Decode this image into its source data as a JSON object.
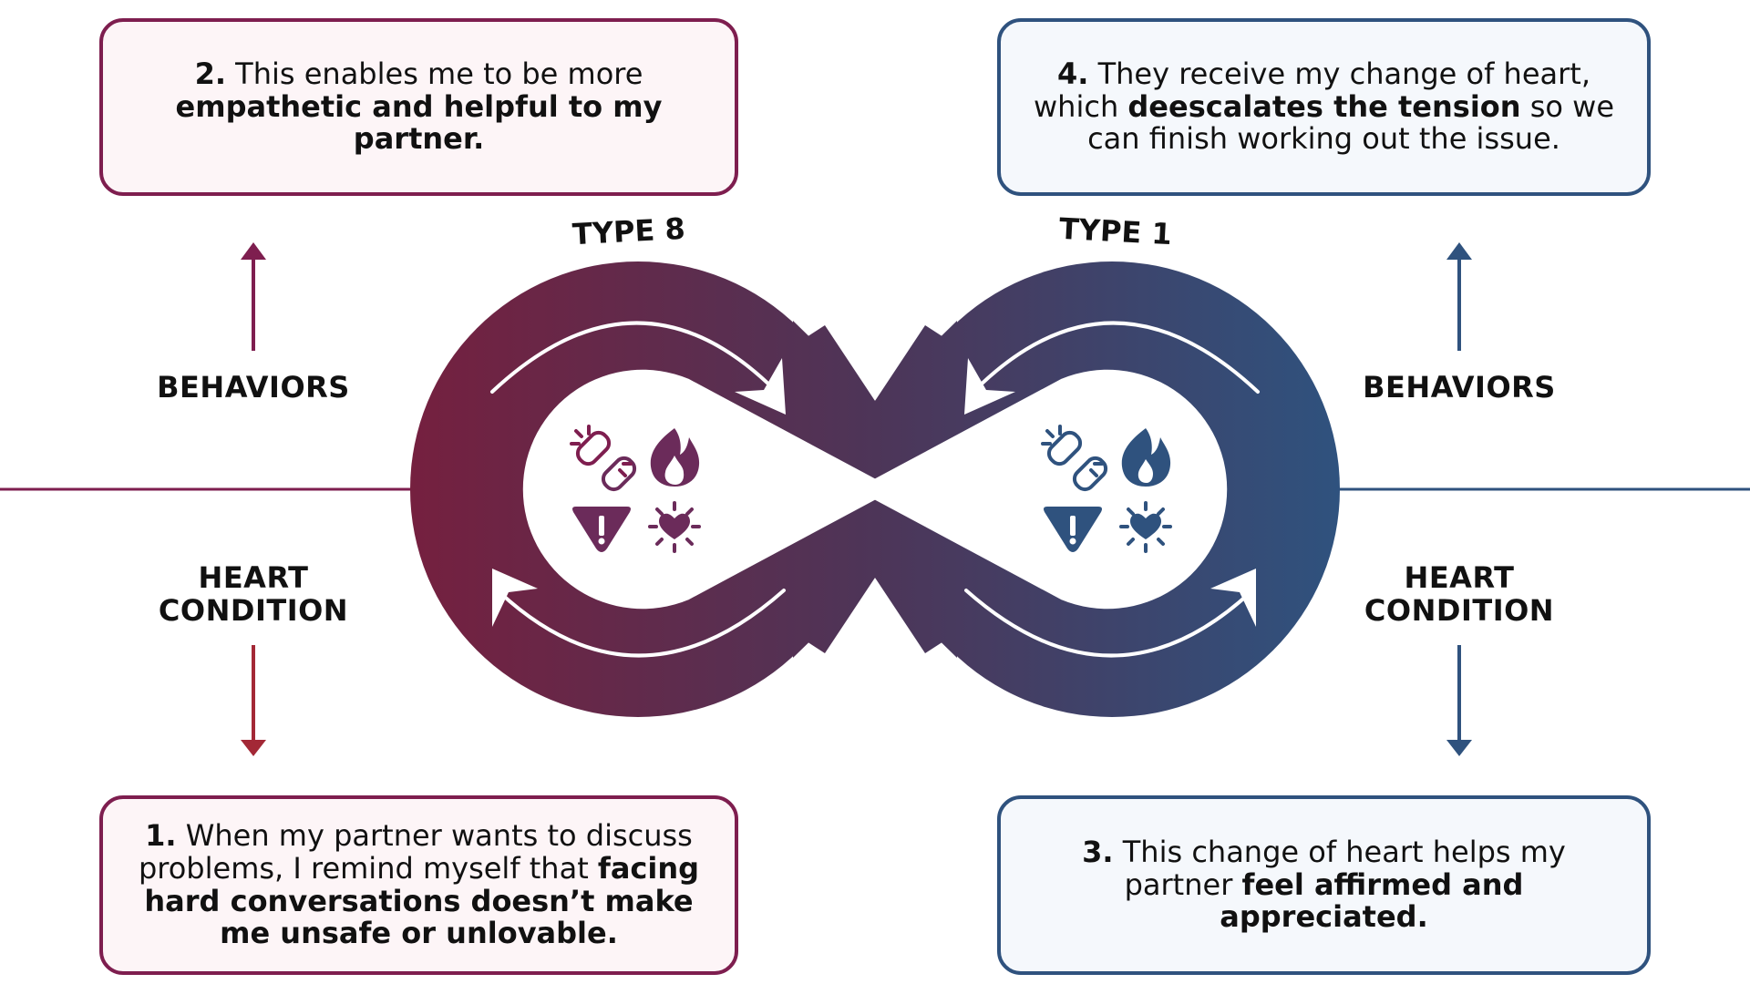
{
  "type_left": "TYPE 8",
  "type_right": "TYPE 1",
  "labels": {
    "left_behaviors": "BEHAVIORS",
    "left_heart_l1": "HEART",
    "left_heart_l2": "CONDITION",
    "right_behaviors": "BEHAVIORS",
    "right_heart_l1": "HEART",
    "right_heart_l2": "CONDITION"
  },
  "box1": {
    "num": "1.",
    "text1": " When my partner wants to discuss problems, I remind myself that ",
    "bold": "facing hard conversations doesn’t make me unsafe or unlovable."
  },
  "box2": {
    "num": "2.",
    "text1": " This enables me to be more ",
    "bold": "empathetic and helpful to my partner."
  },
  "box3": {
    "num": "3.",
    "text1": " This change of heart helps my partner ",
    "bold": "feel affirmed and appreciated."
  },
  "box4": {
    "num": "4.",
    "text1": " They receive my change of heart, which ",
    "bold": "deescalates the tension",
    "text2": " so we can finish working out the issue."
  },
  "colors": {
    "magenta": "#7e1e4f",
    "blue": "#2f527e"
  },
  "icons": [
    "broken-link-icon",
    "flame-icon",
    "warning-icon",
    "heart-burst-icon"
  ]
}
